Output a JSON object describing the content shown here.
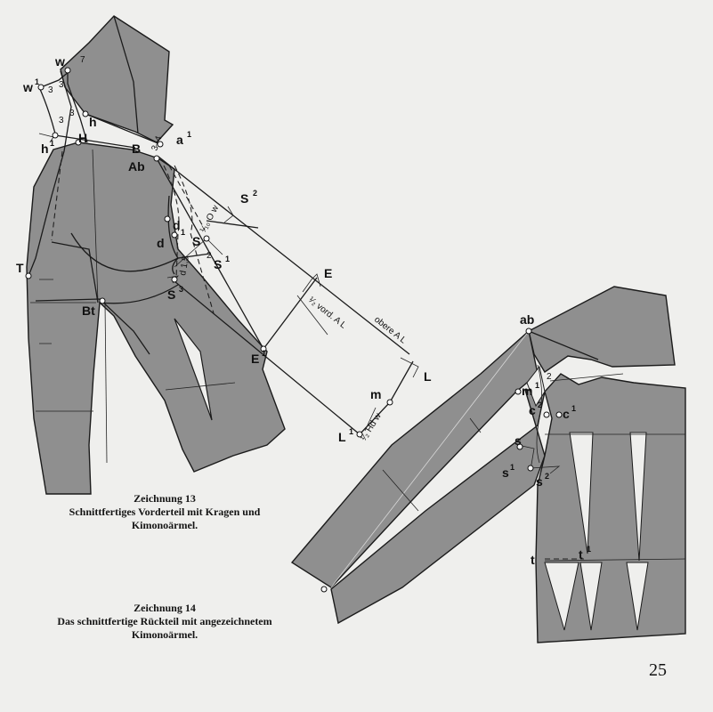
{
  "drawing13": {
    "caption_title": "Zeichnung 13",
    "caption_line1": "Schnittfertiges Vorderteil mit Kragen und",
    "caption_line2": "Kimonoärmel.",
    "points": {
      "w": "w",
      "w1": "w",
      "w1_sup": "1",
      "h": "h",
      "h1": "h",
      "h1_sup": "1",
      "H": "H",
      "B": "B",
      "a1": "a",
      "a1_sup": "1",
      "Ab": "Ab",
      "S2": "S",
      "S2_sup": "2",
      "d1": "d",
      "d1_sup": "1",
      "d": "d",
      "S": "S",
      "S1": "S",
      "S1_sup": "1",
      "S3": "S",
      "S3_sup": "3",
      "T": "T",
      "Bt": "Bt",
      "E": "E",
      "E1": "E",
      "E1_sup": "1",
      "L": "L",
      "m": "m",
      "L1": "L",
      "L1_sup": "1"
    },
    "measures": {
      "three_a": "3",
      "three_b": "3",
      "three_c": "3",
      "three_d": "3",
      "seven": "7",
      "three_four": "3–4",
      "two": "2",
      "tenth_ow": "¹⁄₁₀ O w",
      "d_1_5": "d 1,5",
      "half_vord_al": "¹⁄₂ vord. A L",
      "obere_al": "obere A L",
      "half_hdw": "¹⁄₂ Hd w"
    }
  },
  "drawing14": {
    "caption_title": "Zeichnung 14",
    "caption_line1": "Das schnittfertige Rückteil mit angezeichnetem",
    "caption_line2": "Kimonoärmel.",
    "points": {
      "ab": "ab",
      "m1": "m",
      "m1_sup": "1",
      "c2": "c",
      "c2_sup": "2",
      "c1": "c",
      "c1_sup": "1",
      "s": "s",
      "s1": "s",
      "s1_sup": "1",
      "s2": "s",
      "s2_sup": "2",
      "t": "t",
      "t1": "t",
      "t1_sup": "1"
    },
    "measures": {
      "two": "2"
    }
  },
  "page_number": "25"
}
